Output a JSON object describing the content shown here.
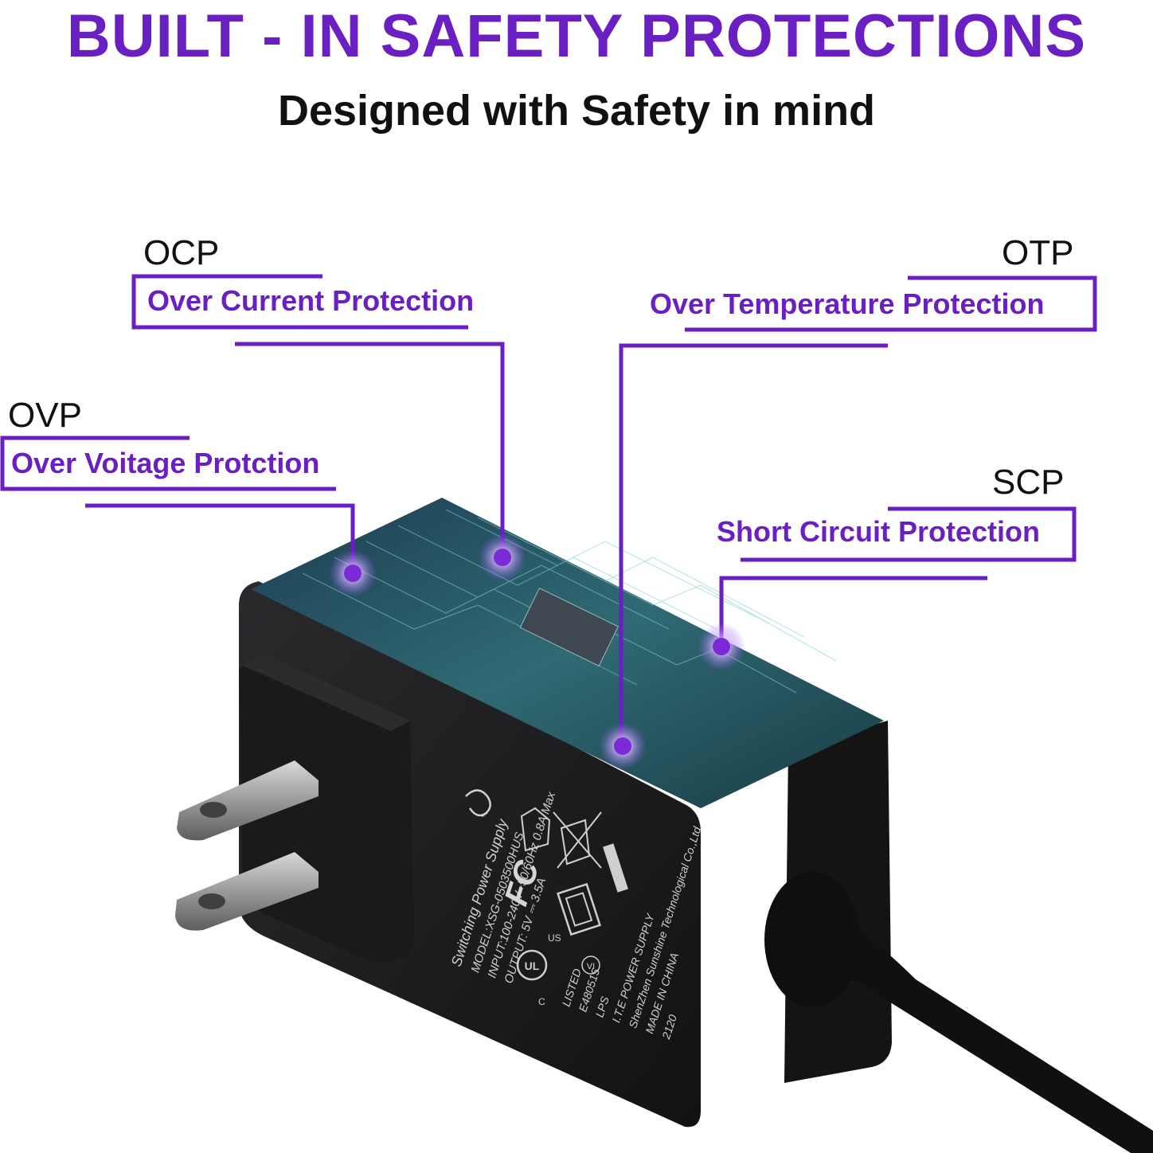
{
  "header": {
    "title": "BUILT - IN SAFETY PROTECTIONS",
    "subtitle": "Designed with Safety in mind"
  },
  "callouts": {
    "ocp": {
      "abbr": "OCP",
      "label": "Over Current Protection"
    },
    "otp": {
      "abbr": "OTP",
      "label": "Over Temperature Protection"
    },
    "ovp": {
      "abbr": "OVP",
      "label": "Over Voitage Protction"
    },
    "scp": {
      "abbr": "SCP",
      "label": "Short Circuit Protection"
    }
  },
  "product_label": {
    "lines": [
      "Switching Power Supply",
      "MODEL:XSG-0503500HUS",
      "INPUT:100-240V~50/60Hz 0.8A Max",
      "OUTPUT: 5V ⎓ 3.5A"
    ],
    "cert_lines": [
      "LISTED",
      "E480515",
      "LPS",
      "I.T.E POWER SUPPLY",
      "ShenZhen Sunshine Technological Co.,Ltd.",
      "MADE IN CHINA",
      "2120"
    ],
    "fc_mark": "FC",
    "ul_mark": "UL",
    "us_mark": "US",
    "c_mark": "C",
    "level_mark": "VI"
  },
  "colors": {
    "accent": "#6a1fc2",
    "adapter_body": "#1b1b1d",
    "circuit": "#2b5a6a"
  }
}
